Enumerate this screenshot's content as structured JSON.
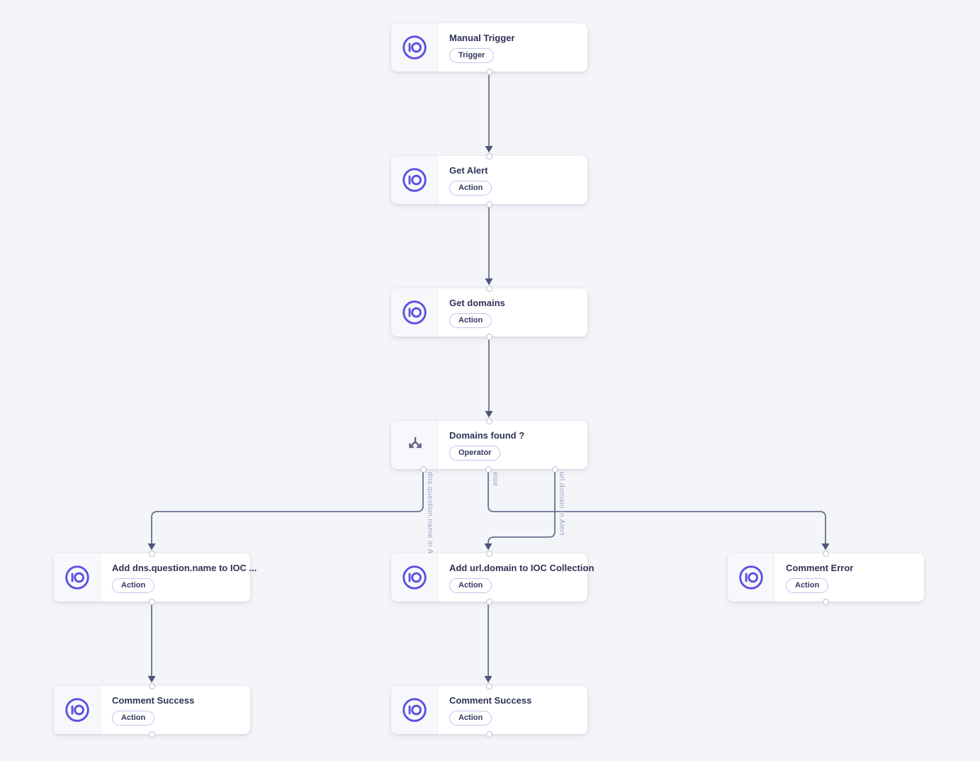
{
  "colors": {
    "background": "#f4f5f9",
    "accent_purple": "#5a50e0",
    "edge": "#6b7090",
    "arrowhead": "#50547a",
    "edge_label": "#9fa3c2",
    "node_title": "#2e3257",
    "badge_border": "#c7c4ef"
  },
  "nodes": [
    {
      "title": "Manual Trigger",
      "badge": "Trigger",
      "icon": "sekoia-io-logo"
    },
    {
      "title": "Get Alert",
      "badge": "Action",
      "icon": "sekoia-io-logo"
    },
    {
      "title": "Get domains",
      "badge": "Action",
      "icon": "sekoia-io-logo"
    },
    {
      "title": "Domains found ?",
      "badge": "Operator",
      "icon": "split-branch"
    },
    {
      "title": "Add dns.question.name to IOC ...",
      "badge": "Action",
      "icon": "sekoia-io-logo"
    },
    {
      "title": "Add url.domain to IOC Collection",
      "badge": "Action",
      "icon": "sekoia-io-logo"
    },
    {
      "title": "Comment Error",
      "badge": "Action",
      "icon": "sekoia-io-logo"
    },
    {
      "title": "Comment Success",
      "badge": "Action",
      "icon": "sekoia-io-logo"
    },
    {
      "title": "Comment Success",
      "badge": "Action",
      "icon": "sekoia-io-logo"
    }
  ],
  "edges": [
    {
      "from": "Manual Trigger",
      "to": "Get Alert",
      "label": ""
    },
    {
      "from": "Get Alert",
      "to": "Get domains",
      "label": ""
    },
    {
      "from": "Get domains",
      "to": "Domains found ?",
      "label": ""
    },
    {
      "from": "Domains found ?",
      "to": "Add dns.question.name to IOC ...",
      "label": "dns.question.name in Alert"
    },
    {
      "from": "Domains found ?",
      "to": "Comment Error",
      "label": "else"
    },
    {
      "from": "Domains found ?",
      "to": "Add url.domain to IOC Collection",
      "label": "url.domain in Alert"
    },
    {
      "from": "Add dns.question.name to IOC ...",
      "to": "Comment Success",
      "label": ""
    },
    {
      "from": "Add url.domain to IOC Collection",
      "to": "Comment Success",
      "label": ""
    }
  ]
}
